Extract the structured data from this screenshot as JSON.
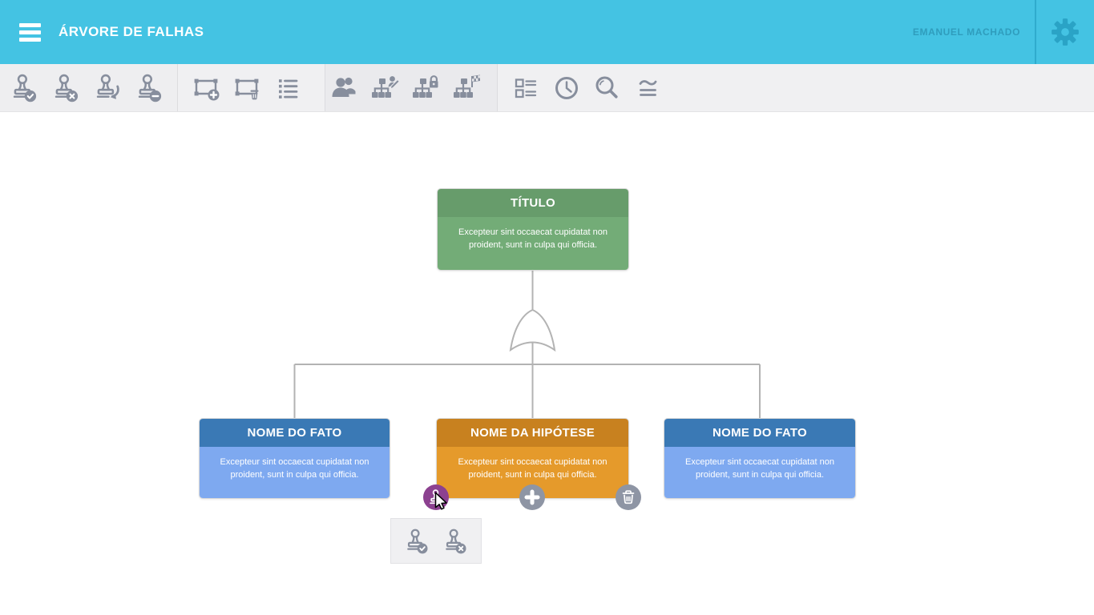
{
  "header": {
    "menu_icon": "hamburger-icon",
    "title": "ÁRVORE DE FALHAS",
    "user": "EMANUEL MACHADO",
    "settings_icon": "gear-icon",
    "bg_color": "#44c3e3",
    "accent_color": "#2aa3c6"
  },
  "toolbar": {
    "bg_color": "#efeff1",
    "icon_color": "#878e9d",
    "groups": [
      {
        "name": "stamp-actions",
        "icons": [
          "stamp-approve-icon",
          "stamp-reject-icon",
          "stamp-undo-icon",
          "stamp-remove-icon"
        ]
      },
      {
        "name": "area-actions",
        "icons": [
          "area-add-icon",
          "area-delete-icon",
          "list-icon"
        ]
      },
      {
        "name": "tree-actions",
        "icons": [
          "users-icon",
          "tree-edit-icon",
          "tree-lock-icon",
          "tree-finish-icon"
        ]
      },
      {
        "name": "view-actions",
        "icons": [
          "details-icon",
          "history-icon",
          "search-icon",
          "compare-icon"
        ]
      }
    ]
  },
  "tree": {
    "connector_color": "#b3b3b3",
    "gate": "or-gate",
    "root": {
      "title": "TÍTULO",
      "body": "Excepteur sint occaecat cupidatat non proident, sunt in culpa qui officia.",
      "header_color": "#679c6b",
      "body_color": "#73ac77"
    },
    "children": [
      {
        "title": "NOME DO FATO",
        "body": "Excepteur sint occaecat cupidatat non proident, sunt in culpa qui officia.",
        "header_color": "#3a79b5",
        "body_color": "#7ea9f0"
      },
      {
        "title": "NOME DA HIPÓTESE",
        "body": "Excepteur sint occaecat cupidatat non proident, sunt in culpa qui officia.",
        "header_color": "#c8811f",
        "body_color": "#e59a2b"
      },
      {
        "title": "NOME DO FATO",
        "body": "Excepteur sint occaecat cupidatat non proident, sunt in culpa qui officia.",
        "header_color": "#3a79b5",
        "body_color": "#7ea9f0"
      }
    ]
  },
  "node_actions": {
    "stamp": {
      "icon": "stamp-icon",
      "color": "#8c4190"
    },
    "add": {
      "icon": "plus-icon",
      "color": "#8e95a4"
    },
    "delete": {
      "icon": "trash-icon",
      "color": "#8e95a4"
    }
  },
  "stamp_popup": {
    "bg_color": "#f0f0f2",
    "icons": [
      "stamp-approve-icon",
      "stamp-reject-icon"
    ]
  },
  "cursor": {
    "type": "arrow-pointer"
  }
}
